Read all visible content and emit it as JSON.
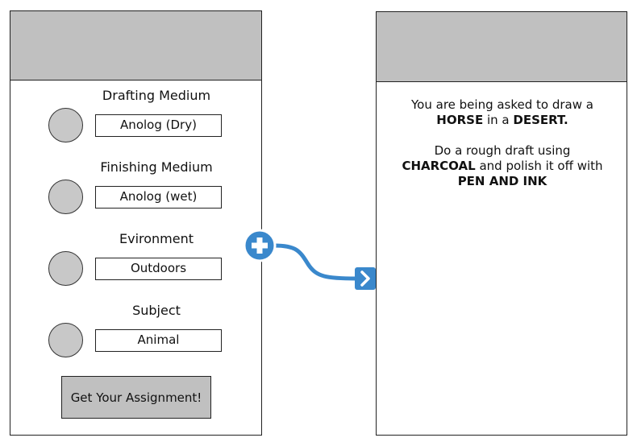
{
  "left_screen": {
    "fields": [
      {
        "label": "Drafting Medium",
        "value": "Anolog (Dry)"
      },
      {
        "label": "Finishing Medium",
        "value": "Anolog (wet)"
      },
      {
        "label": "Evironment",
        "value": "Outdoors"
      },
      {
        "label": "Subject",
        "value": "Animal"
      }
    ],
    "button_label": "Get Your Assignment!"
  },
  "right_screen": {
    "line1_pre": "You are being asked to draw a",
    "subject": "HORSE",
    "in_word": "in a",
    "environment": "DESERT.",
    "line3_pre": "Do a rough draft using",
    "drafting_medium": "CHARCOAL",
    "line4_mid": "and polish it off with",
    "finishing_medium": "PEN AND INK"
  },
  "connector": {
    "start_icon": "plus-icon",
    "end_icon": "chevron-right-icon",
    "color": "#3a88cc"
  },
  "colors": {
    "header_gray": "#c0c0c0",
    "circle_gray": "#c8c8c8",
    "border": "#222222"
  }
}
